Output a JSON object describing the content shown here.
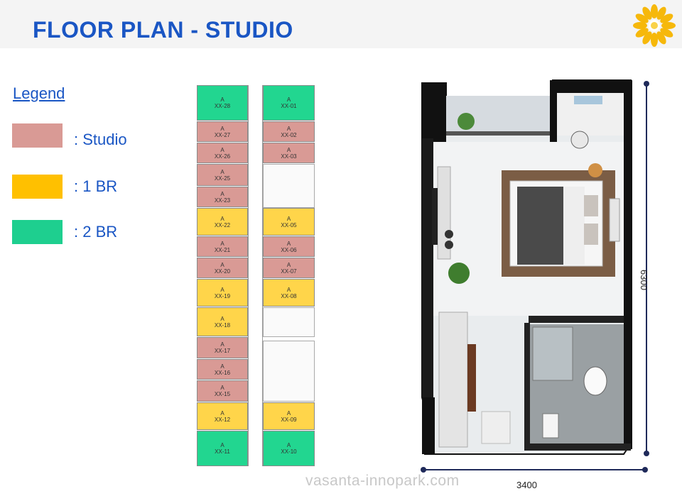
{
  "page": {
    "title": "FLOOR PLAN - STUDIO",
    "watermark": "vasanta-innopark.com"
  },
  "legend": {
    "title": "Legend",
    "items": [
      {
        "label": ": Studio",
        "color": "#d99a95"
      },
      {
        "label": ": 1 BR",
        "color": "#ffc000"
      },
      {
        "label": ": 2 BR",
        "color": "#1ecf8f"
      }
    ]
  },
  "floorplan": {
    "units_left": [
      {
        "type": "A",
        "code": "XX-28",
        "kind": "2br"
      },
      {
        "type": "A",
        "code": "XX-27",
        "kind": "studio"
      },
      {
        "type": "A",
        "code": "XX-26",
        "kind": "studio"
      },
      {
        "type": "A",
        "code": "XX-25",
        "kind": "studio"
      },
      {
        "type": "A",
        "code": "XX-23",
        "kind": "studio"
      },
      {
        "type": "A",
        "code": "XX-22",
        "kind": "1br"
      },
      {
        "type": "A",
        "code": "XX-21",
        "kind": "studio"
      },
      {
        "type": "A",
        "code": "XX-20",
        "kind": "studio"
      },
      {
        "type": "A",
        "code": "XX-19",
        "kind": "1br"
      },
      {
        "type": "A",
        "code": "XX-18",
        "kind": "1br"
      },
      {
        "type": "A",
        "code": "XX-17",
        "kind": "studio"
      },
      {
        "type": "A",
        "code": "XX-16",
        "kind": "studio"
      },
      {
        "type": "A",
        "code": "XX-15",
        "kind": "studio"
      },
      {
        "type": "A",
        "code": "XX-12",
        "kind": "1br"
      },
      {
        "type": "A",
        "code": "XX-11",
        "kind": "2br"
      }
    ],
    "units_right": [
      {
        "type": "A",
        "code": "XX-01",
        "kind": "2br"
      },
      {
        "type": "A",
        "code": "XX-02",
        "kind": "studio"
      },
      {
        "type": "A",
        "code": "XX-03",
        "kind": "studio"
      },
      {
        "type": "A",
        "code": "XX-05",
        "kind": "1br"
      },
      {
        "type": "A",
        "code": "XX-06",
        "kind": "studio"
      },
      {
        "type": "A",
        "code": "XX-07",
        "kind": "studio"
      },
      {
        "type": "A",
        "code": "XX-08",
        "kind": "1br"
      },
      {
        "type": "A",
        "code": "XX-09",
        "kind": "1br"
      },
      {
        "type": "A",
        "code": "XX-10",
        "kind": "2br"
      }
    ],
    "colors": {
      "studio": "#d99a95",
      "1br": "#ffd54a",
      "2br": "#22d690"
    }
  },
  "dimensions": {
    "width": "3400",
    "depth": "6300"
  }
}
